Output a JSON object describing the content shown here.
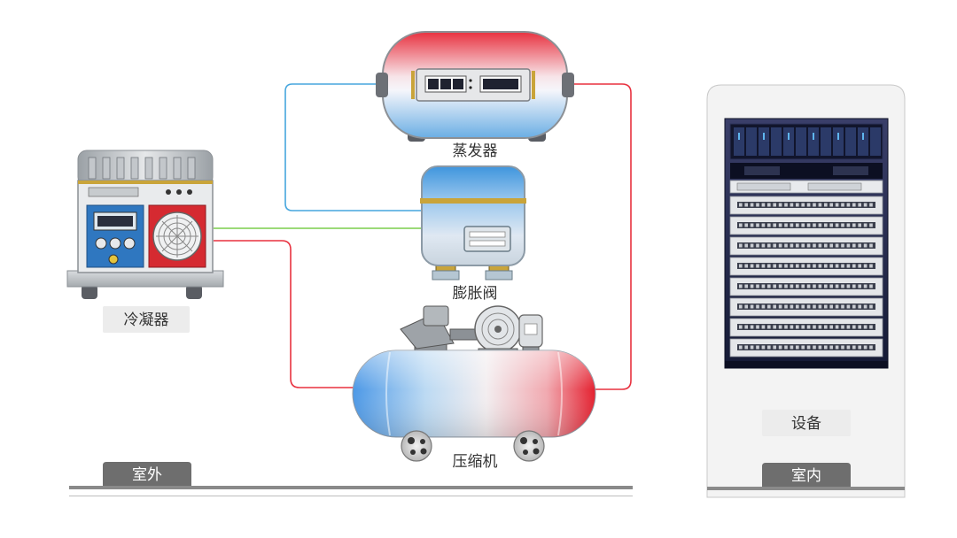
{
  "labels": {
    "evaporator": "蒸发器",
    "expansion_valve": "膨胀阀",
    "condenser": "冷凝器",
    "compressor": "压缩机",
    "equipment": "设备",
    "outdoor": "室外",
    "indoor": "室内"
  },
  "colors": {
    "blue_pipe": "#46a6de",
    "red_pipe": "#e8313f",
    "green_pipe": "#7ccd4c",
    "tag_dark": "#6e6e6e",
    "tag_light": "#ececec"
  }
}
